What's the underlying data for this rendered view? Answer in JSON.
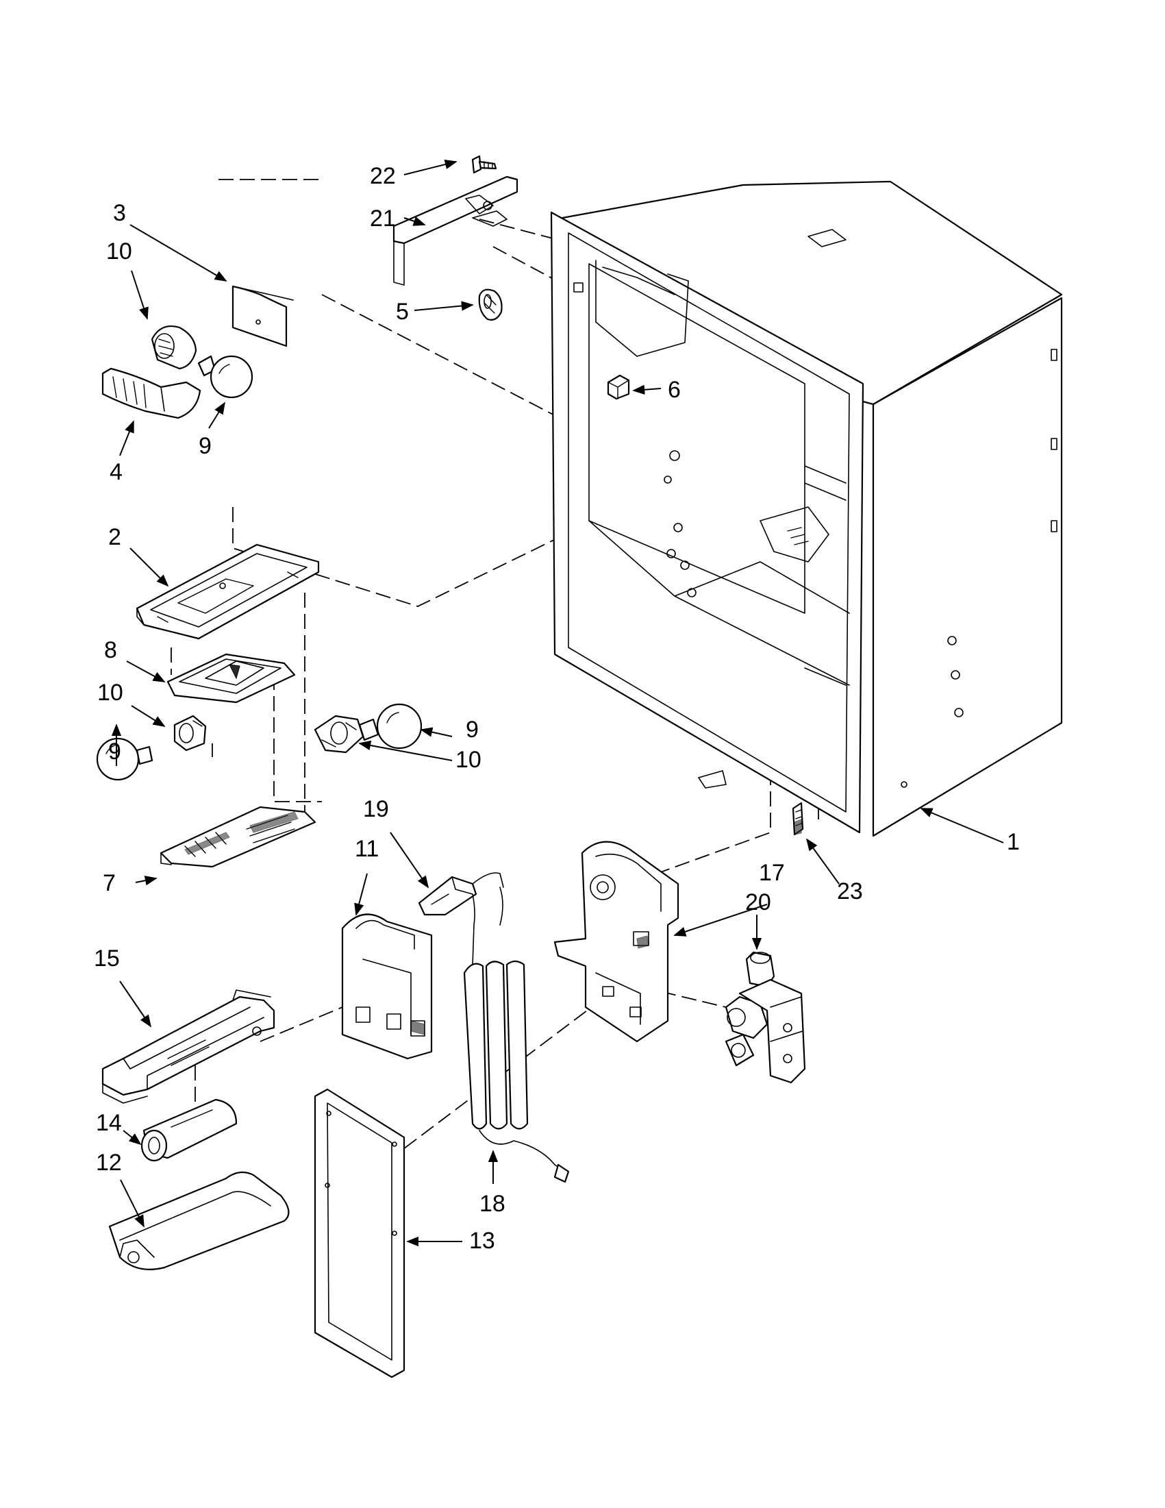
{
  "diagram": {
    "callouts": [
      {
        "id": "c22",
        "label": "22"
      },
      {
        "id": "c21",
        "label": "21"
      },
      {
        "id": "c3",
        "label": "3"
      },
      {
        "id": "c10a",
        "label": "10"
      },
      {
        "id": "c5",
        "label": "5"
      },
      {
        "id": "c6",
        "label": "6"
      },
      {
        "id": "c9a",
        "label": "9"
      },
      {
        "id": "c4",
        "label": "4"
      },
      {
        "id": "c2",
        "label": "2"
      },
      {
        "id": "c8",
        "label": "8"
      },
      {
        "id": "c10b",
        "label": "10"
      },
      {
        "id": "c9b",
        "label": "9"
      },
      {
        "id": "c10c",
        "label": "10"
      },
      {
        "id": "c9c",
        "label": "9"
      },
      {
        "id": "c1",
        "label": "1"
      },
      {
        "id": "c19",
        "label": "19"
      },
      {
        "id": "c11",
        "label": "11"
      },
      {
        "id": "c7",
        "label": "7"
      },
      {
        "id": "c17",
        "label": "17"
      },
      {
        "id": "c23",
        "label": "23"
      },
      {
        "id": "c20",
        "label": "20"
      },
      {
        "id": "c15",
        "label": "15"
      },
      {
        "id": "c14",
        "label": "14"
      },
      {
        "id": "c12",
        "label": "12"
      },
      {
        "id": "c18",
        "label": "18"
      },
      {
        "id": "c13",
        "label": "13"
      }
    ]
  }
}
